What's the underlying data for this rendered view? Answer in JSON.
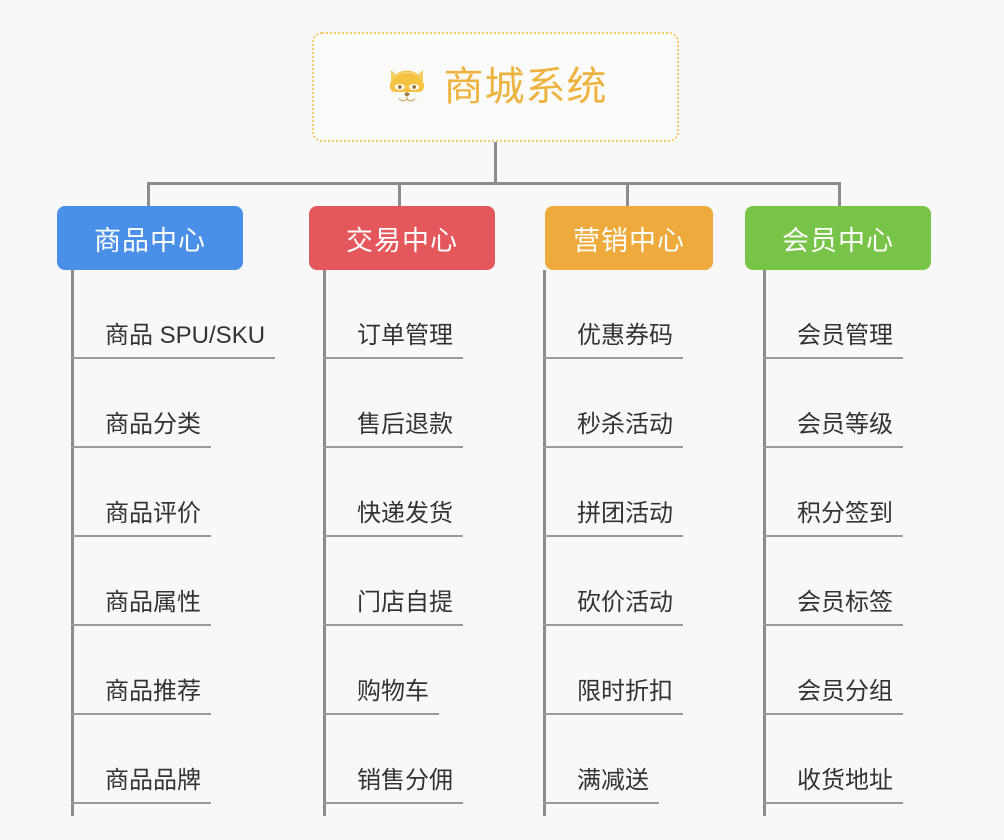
{
  "root": {
    "title": "商城系统",
    "logo_icon": "shiba-dog-icon",
    "border_color": "#f5c965",
    "title_color": "#eeb23f"
  },
  "connector_color": "#8c8c8c",
  "background_color": "#f8f8f8",
  "branches": [
    {
      "label": "商品中心",
      "color": "#4a90e8",
      "items": [
        "商品 SPU/SKU",
        "商品分类",
        "商品评价",
        "商品属性",
        "商品推荐",
        "商品品牌"
      ]
    },
    {
      "label": "交易中心",
      "color": "#e4575a",
      "items": [
        "订单管理",
        "售后退款",
        "快递发货",
        "门店自提",
        "购物车",
        "销售分佣"
      ]
    },
    {
      "label": "营销中心",
      "color": "#eeaa3c",
      "items": [
        "优惠券码",
        "秒杀活动",
        "拼团活动",
        "砍价活动",
        "限时折扣",
        "满减送"
      ]
    },
    {
      "label": "会员中心",
      "color": "#78c448",
      "items": [
        "会员管理",
        "会员等级",
        "积分签到",
        "会员标签",
        "会员分组",
        "收货地址"
      ]
    }
  ]
}
